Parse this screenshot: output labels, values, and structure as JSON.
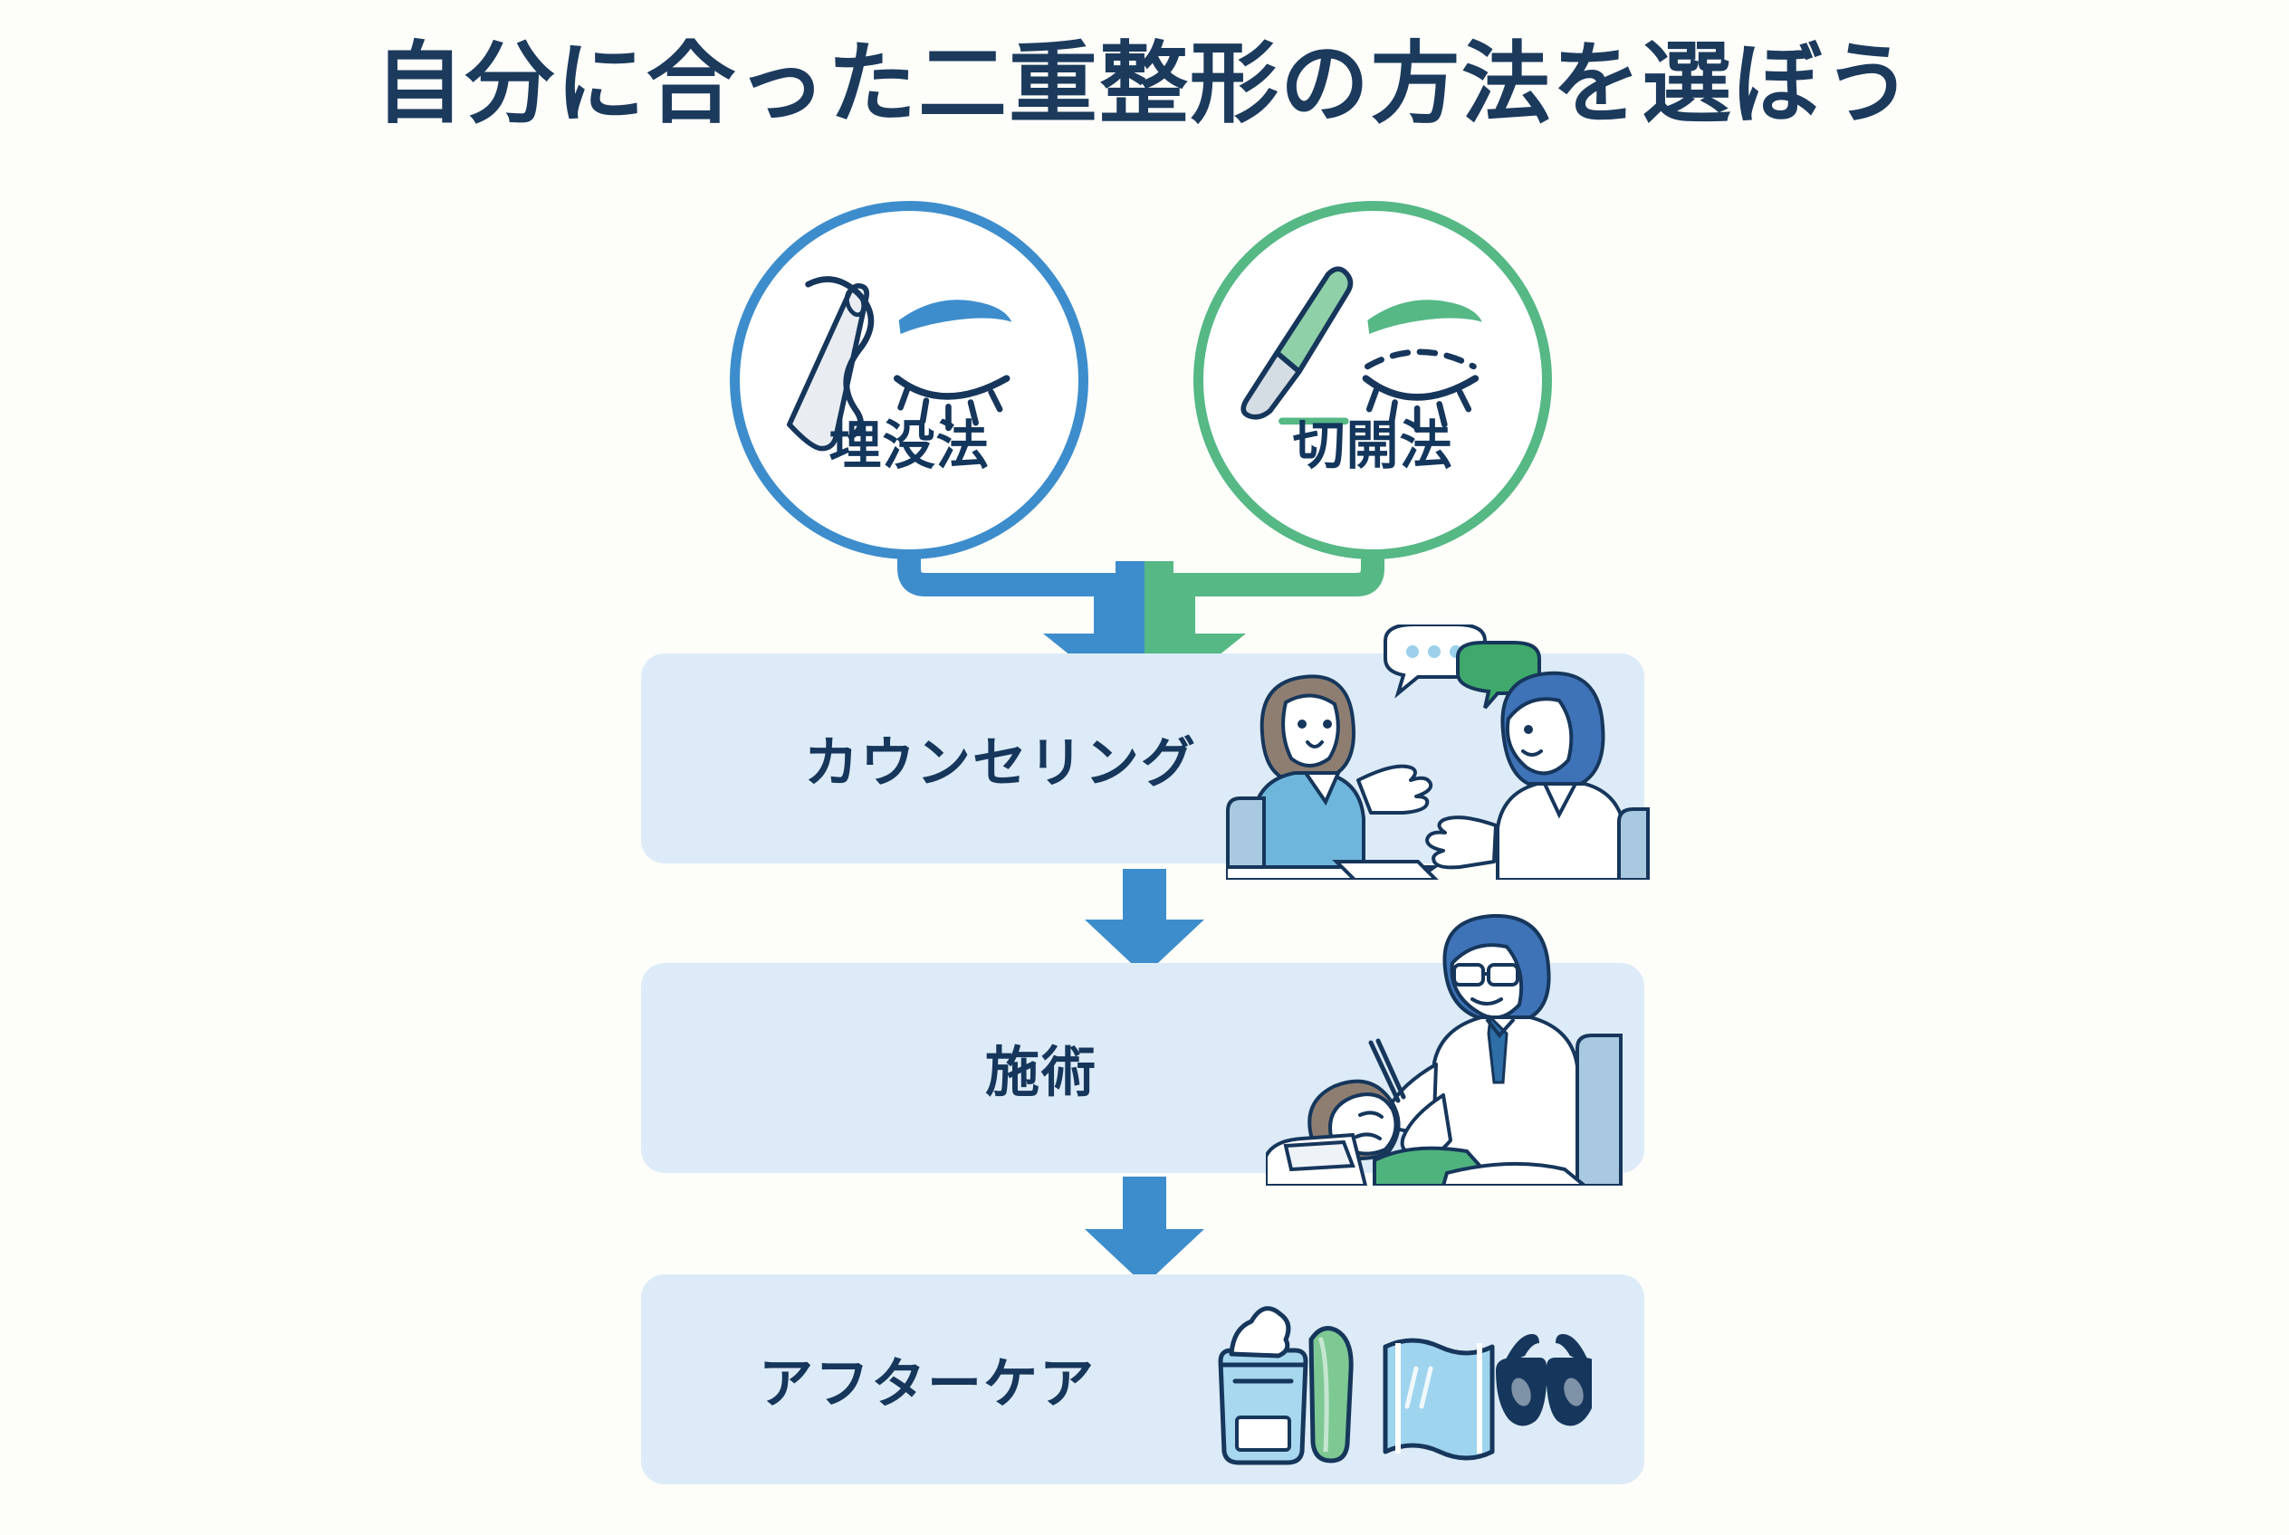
{
  "page": {
    "title": "自分に合った二重整形の方法を選ぼう",
    "background_color": "#fdfdfa",
    "title_color": "#1b3a5c"
  },
  "colors": {
    "blue": "#3d8dcc",
    "green": "#55b885",
    "navy": "#16365b",
    "card_bg": "#dcebf7",
    "arrow_blue": "#3d8dcc",
    "arrow_green": "#55b885"
  },
  "methods": [
    {
      "id": "maibotsu",
      "label": "埋没法",
      "accent": "#3d8dcc",
      "icon": "needle-thread-closed-eye-icon"
    },
    {
      "id": "sekkai",
      "label": "切開法",
      "accent": "#55b885",
      "icon": "scalpel-dashed-eyelid-icon"
    }
  ],
  "steps": [
    {
      "id": "counseling",
      "label": "カウンセリング",
      "illustration": "counseling-consultation-illustration"
    },
    {
      "id": "procedure",
      "label": "施術",
      "illustration": "surgery-procedure-illustration"
    },
    {
      "id": "aftercare",
      "label": "アフターケア",
      "illustration": "aftercare-items-illustration"
    }
  ],
  "aftercare_items": [
    "cream-jar-icon",
    "cooling-sheet-icon",
    "sunglasses-icon"
  ]
}
